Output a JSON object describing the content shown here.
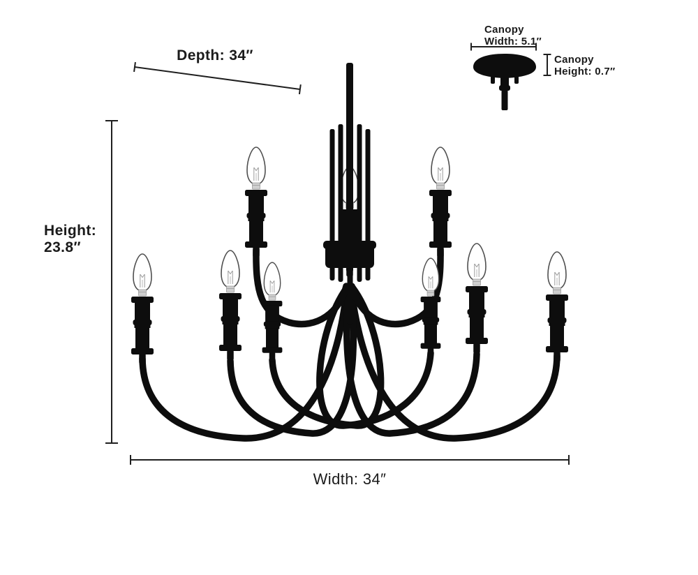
{
  "diagram": {
    "background": "#ffffff",
    "fixture": {
      "light_count": 9,
      "color": "#0d0d0d"
    },
    "labels": {
      "depth": "Depth: 34″",
      "height_line1": "Height:",
      "height_line2": "23.8″",
      "width": "Width: 34″",
      "canopy_width_line1": "Canopy",
      "canopy_width_line2": "Width: 5.1″",
      "canopy_height_line1": "Canopy",
      "canopy_height_line2": "Height: 0.7″"
    },
    "colors": {
      "dimension_line": "#1f1f1f",
      "label_text": "#1b1b1b",
      "fixture": "#0d0d0d",
      "bulb_outline": "#4f4f4f",
      "bulb_fill": "#ffffff"
    }
  }
}
